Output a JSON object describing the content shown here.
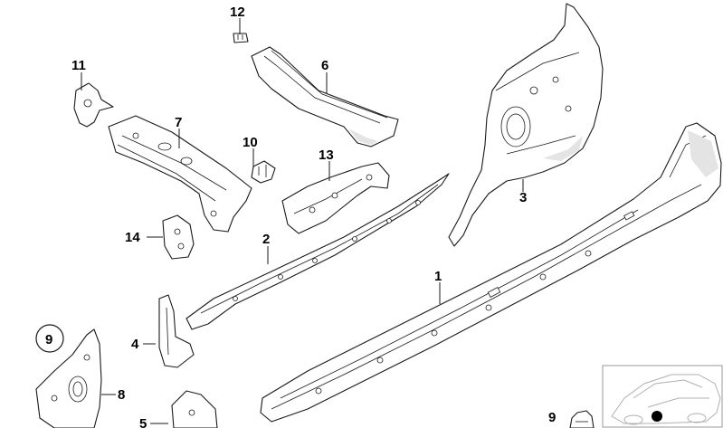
{
  "diagram": {
    "callouts": {
      "c1": "1",
      "c2": "2",
      "c3": "3",
      "c4": "4",
      "c5": "5",
      "c6": "6",
      "c7": "7",
      "c8": "8",
      "c9_circle": "9",
      "c9_clip": "9",
      "c10": "10",
      "c11": "11",
      "c12": "12",
      "c13": "13",
      "c14": "14"
    },
    "colors": {
      "line": "#1a1a1a",
      "background": "#ffffff",
      "inset_border": "#9a9a9a",
      "marker": "#000000"
    }
  }
}
